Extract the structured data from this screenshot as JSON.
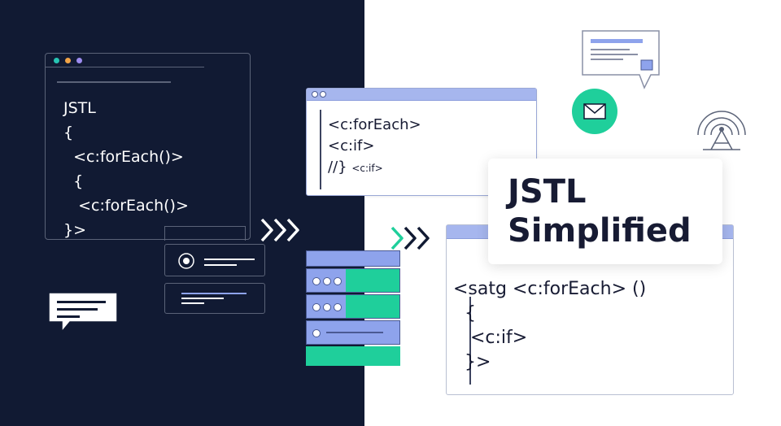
{
  "left_window": {
    "code_lines": [
      "JSTL",
      "{",
      "  <c:forEach()>",
      "  {",
      "   <c:forEach()>",
      "}>"
    ]
  },
  "middle_window": {
    "line1": "<c:forEach>",
    "line2": "<c:if>",
    "line3_prefix": "//}",
    "line3_small": "<c:if>"
  },
  "title_card": {
    "line1": "JSTL",
    "line2": "Simplified"
  },
  "right_window": {
    "code_lines": [
      "<satg <c:forEach> ()",
      "  {",
      "   <c:if>",
      "  }>"
    ]
  },
  "icons": [
    "window-dot-icon",
    "chat-bubble-icon",
    "chevron-right-icon",
    "server-stack-icon",
    "mail-icon",
    "antenna-icon",
    "document-icon"
  ],
  "colors": {
    "dark_bg": "#111a33",
    "accent_green": "#1fcf9b",
    "accent_blue": "#8ea3ec",
    "dot_teal": "#27c4b3",
    "dot_orange": "#f2a447",
    "dot_purple": "#9d8cf0"
  }
}
